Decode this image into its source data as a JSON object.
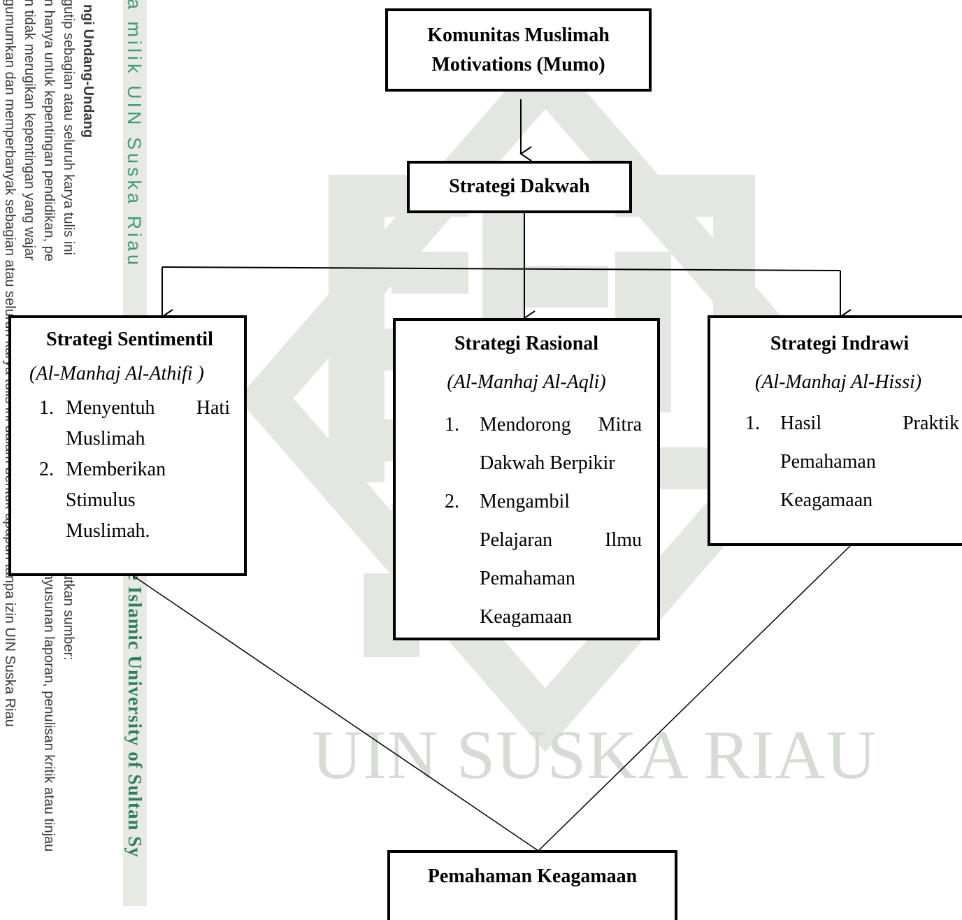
{
  "watermark": {
    "brand_text": "UIN SUSKA RIAU",
    "logo": "UIN Suska Riau geometric kufic emblem"
  },
  "side_strip": {
    "copyright_title": "a milik UIN Suska Riau",
    "law_title": "ngi Undang-Undang",
    "lines": [
      "gutip sebagian atau seluruh karya tulis ini",
      "n hanya untuk kepentingan pendidikan, pe",
      "n tidak merugikan kepentingan yang wajar",
      "gumumkan dan memperbanyak sebagian atau seluruh karya tulis ini dalam bentuk apapun tanpa izin UIN Suska Riau"
    ],
    "line_continuations": [
      "utkan sumber:",
      "nyusunan laporan, penulisan kritik atau tinjau"
    ],
    "university_title": "e Islamic University of Sultan Sy"
  },
  "diagram": {
    "top": {
      "line1": "Komunitas Muslimah",
      "line2": "Motivations (Mumo)"
    },
    "strategy": {
      "title": "Strategi Dakwah"
    },
    "sentimentil": {
      "title": "Strategi Sentimentil",
      "subtitle": "(Al-Manhaj Al-Athifi )",
      "items": [
        {
          "num": "1.",
          "lines": [
            "Menyentuh Hati",
            "Muslimah"
          ]
        },
        {
          "num": "2.",
          "lines": [
            "Memberikan",
            "Stimulus",
            "Muslimah."
          ]
        }
      ]
    },
    "rasional": {
      "title": "Strategi Rasional",
      "subtitle": "(Al-Manhaj Al-Aqli)",
      "items": [
        {
          "num": "1.",
          "lines": [
            "Mendorong Mitra",
            "Dakwah Berpikir"
          ]
        },
        {
          "num": "2.",
          "lines": [
            "Mengambil",
            "Pelajaran Ilmu",
            "Pemahaman",
            "Keagamaan"
          ]
        }
      ]
    },
    "indrawi": {
      "title": "Strategi Indrawi",
      "subtitle": "(Al-Manhaj Al-Hissi)",
      "items": [
        {
          "num": "1.",
          "lines": [
            "Hasil Praktik",
            "Pemahaman",
            "Keagamaan"
          ]
        }
      ]
    },
    "result": {
      "title": "Pemahaman Keagamaan"
    }
  }
}
